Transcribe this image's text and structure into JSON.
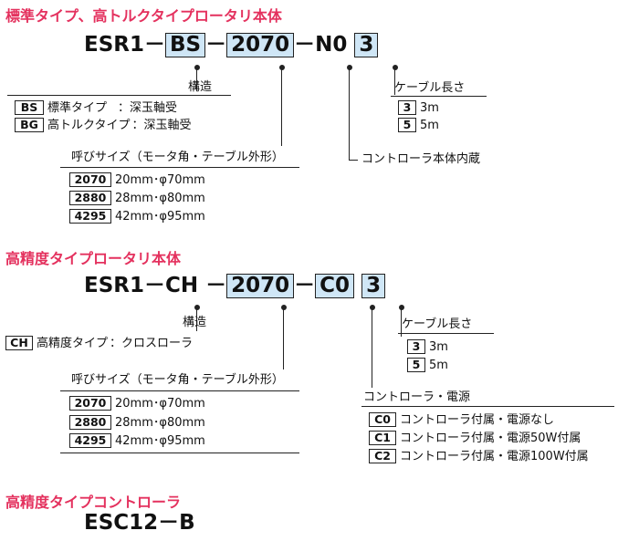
{
  "sections": [
    {
      "heading": "標準タイプ、高トルクタイプロータリ本体",
      "model": {
        "prefix": "ESR1",
        "dash": "－",
        "structure": "BS",
        "size": "2070",
        "controller": "N0",
        "cable": "3"
      },
      "structure_title": "構造",
      "structure_options": [
        {
          "code": "BS",
          "name": "標準タイプ",
          "bearing": "：深玉軸受"
        },
        {
          "code": "BG",
          "name": "高トルクタイプ",
          "bearing": "：深玉軸受"
        }
      ],
      "size_title": "呼びサイズ（モータ角・テーブル外形）",
      "size_options": [
        {
          "code": "2070",
          "desc": "20mm･φ70mm"
        },
        {
          "code": "2880",
          "desc": "28mm･φ80mm"
        },
        {
          "code": "4295",
          "desc": "42mm･φ95mm"
        }
      ],
      "controller_note": "コントローラ本体内蔵",
      "cable_title": "ケーブル長さ",
      "cable_options": [
        {
          "code": "3",
          "desc": "3m"
        },
        {
          "code": "5",
          "desc": "5m"
        }
      ]
    },
    {
      "heading": "高精度タイプロータリ本体",
      "model": {
        "prefix": "ESR1",
        "dash": "－",
        "structure": "CH",
        "size": "2070",
        "controller": "C0",
        "cable": "3"
      },
      "structure_title": "構造",
      "structure_options": [
        {
          "code": "CH",
          "name": "高精度タイプ",
          "bearing": "：クロスローラ"
        }
      ],
      "size_title": "呼びサイズ（モータ角・テーブル外形）",
      "size_options": [
        {
          "code": "2070",
          "desc": "20mm･φ70mm"
        },
        {
          "code": "2880",
          "desc": "28mm･φ80mm"
        },
        {
          "code": "4295",
          "desc": "42mm･φ95mm"
        }
      ],
      "controller_title": "コントローラ・電源",
      "controller_options": [
        {
          "code": "C0",
          "desc": "コントローラ付属・電源なし"
        },
        {
          "code": "C1",
          "desc": "コントローラ付属・電源50W付属"
        },
        {
          "code": "C2",
          "desc": "コントローラ付属・電源100W付属"
        }
      ],
      "cable_title": "ケーブル長さ",
      "cable_options": [
        {
          "code": "3",
          "desc": "3m"
        },
        {
          "code": "5",
          "desc": "5m"
        }
      ]
    },
    {
      "heading": "高精度タイプコントローラ",
      "model_text": "ESC12－B"
    }
  ],
  "colors": {
    "heading": "#e4315e",
    "box_fill": "#cfe6f6"
  }
}
